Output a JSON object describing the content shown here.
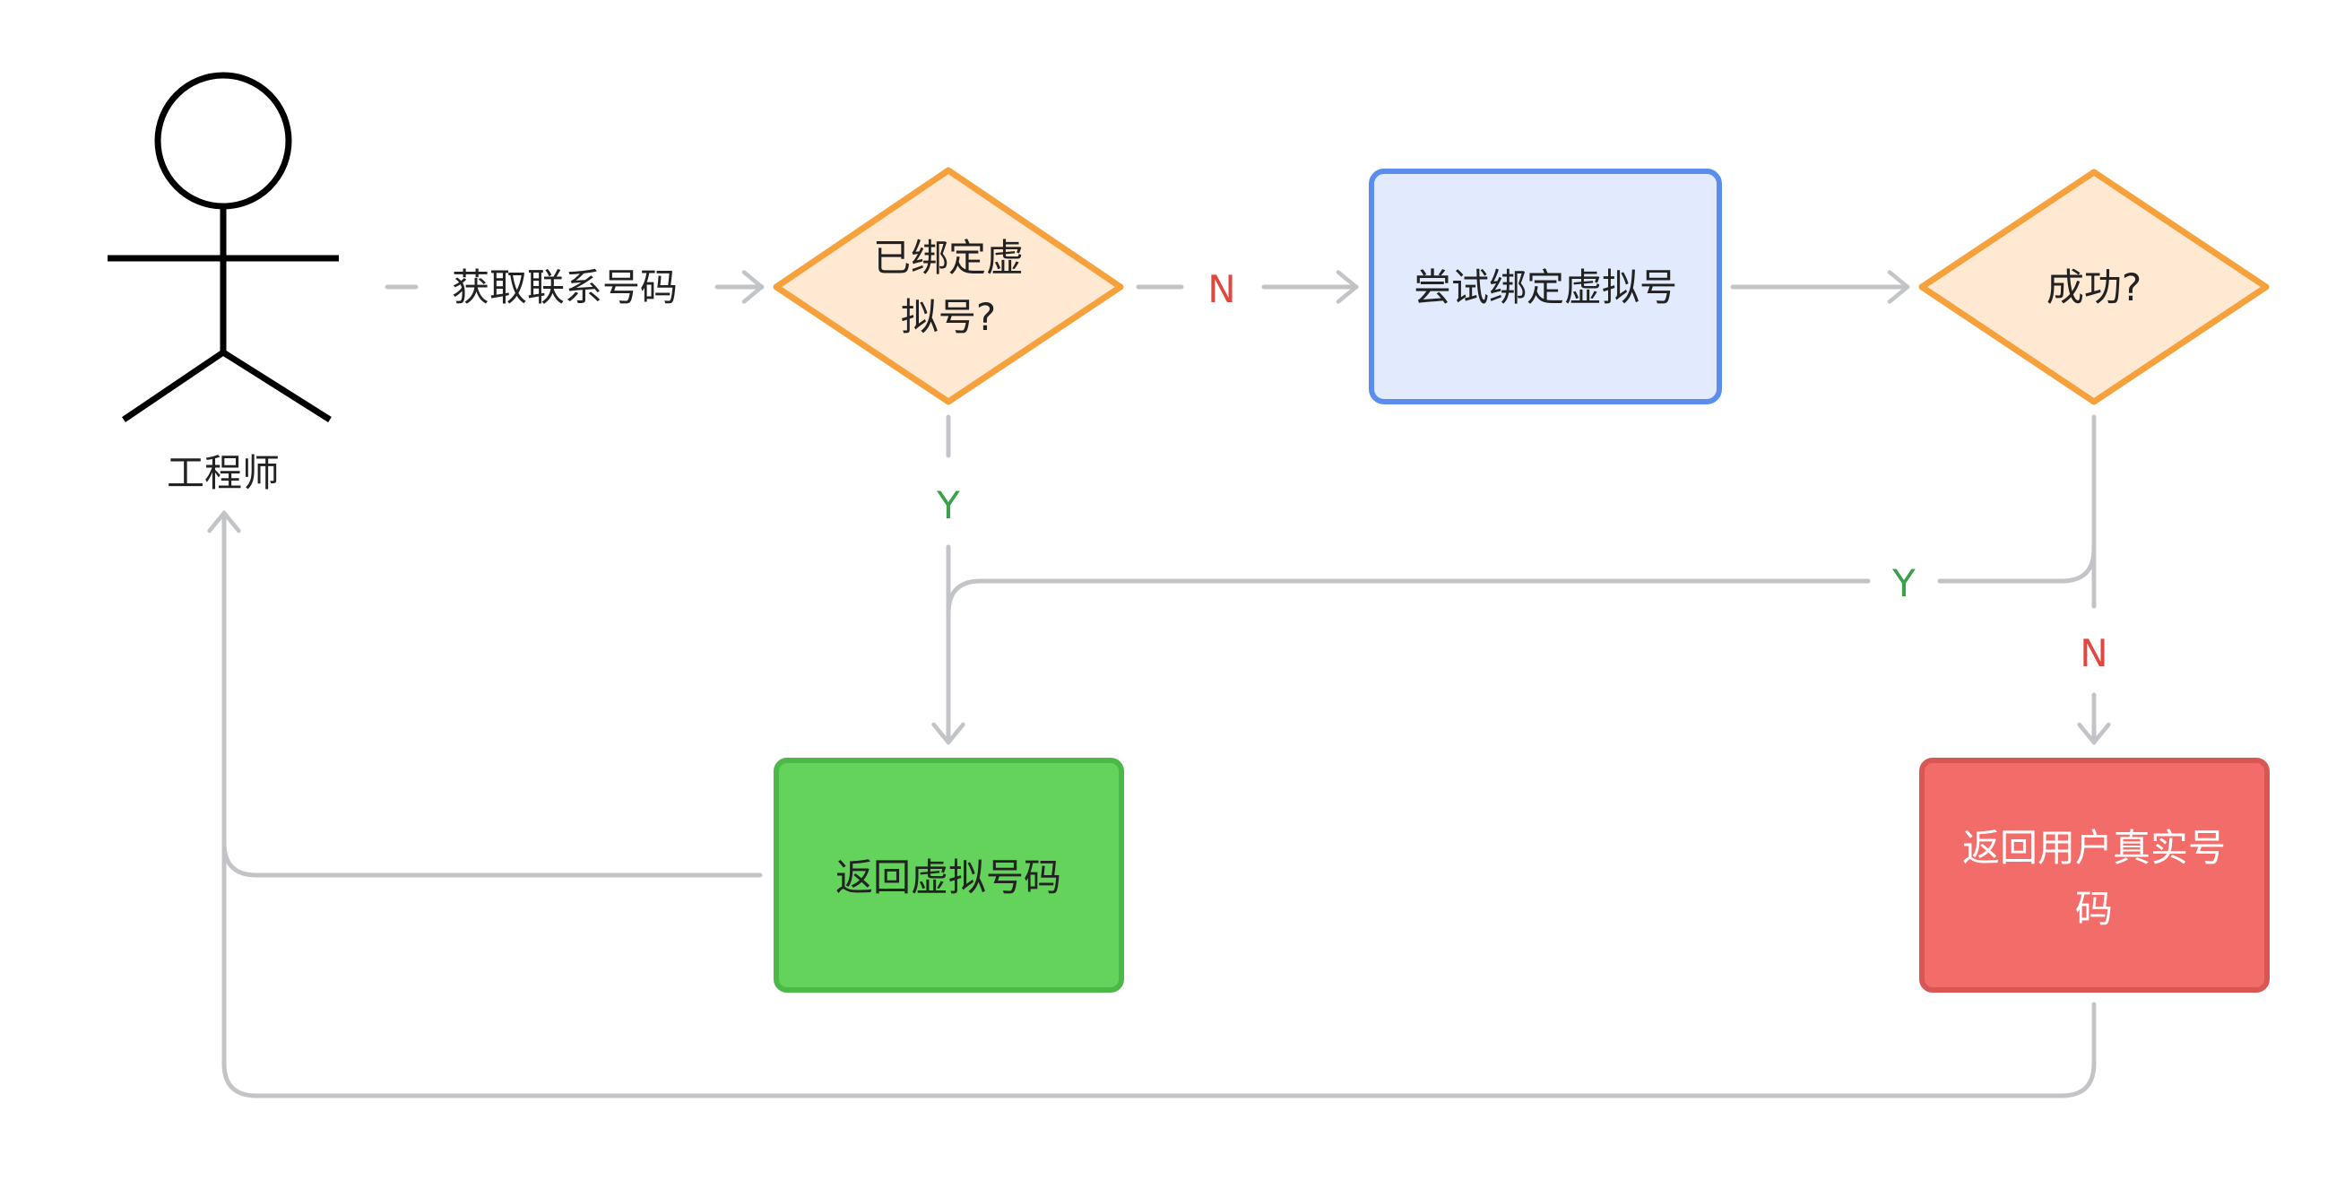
{
  "actor": {
    "label": "工程师"
  },
  "nodes": {
    "check_bound": {
      "line1": "已绑定虚",
      "line2": "拟号?"
    },
    "try_bind": {
      "label": "尝试绑定虚拟号"
    },
    "success": {
      "label": "成功?"
    },
    "return_virtual": {
      "label": "返回虚拟号码"
    },
    "return_real": {
      "line1": "返回用户真实号",
      "line2": "码"
    }
  },
  "edges": {
    "get_number": "获取联系号码",
    "bound_no": "N",
    "bound_yes": "Y",
    "success_yes": "Y",
    "success_no": "N"
  },
  "colors": {
    "edge": "#c2c4c7",
    "decision_fill": "#ffe9d2",
    "decision_stroke": "#f6a13b",
    "process_fill": "#e1ebfd",
    "process_stroke": "#5b8def",
    "green_fill": "#64d35b",
    "green_stroke": "#4cb847",
    "red_fill": "#f26d6a",
    "red_stroke": "#d85654",
    "label_yes": "#3aa04a",
    "label_no": "#e0473f"
  }
}
